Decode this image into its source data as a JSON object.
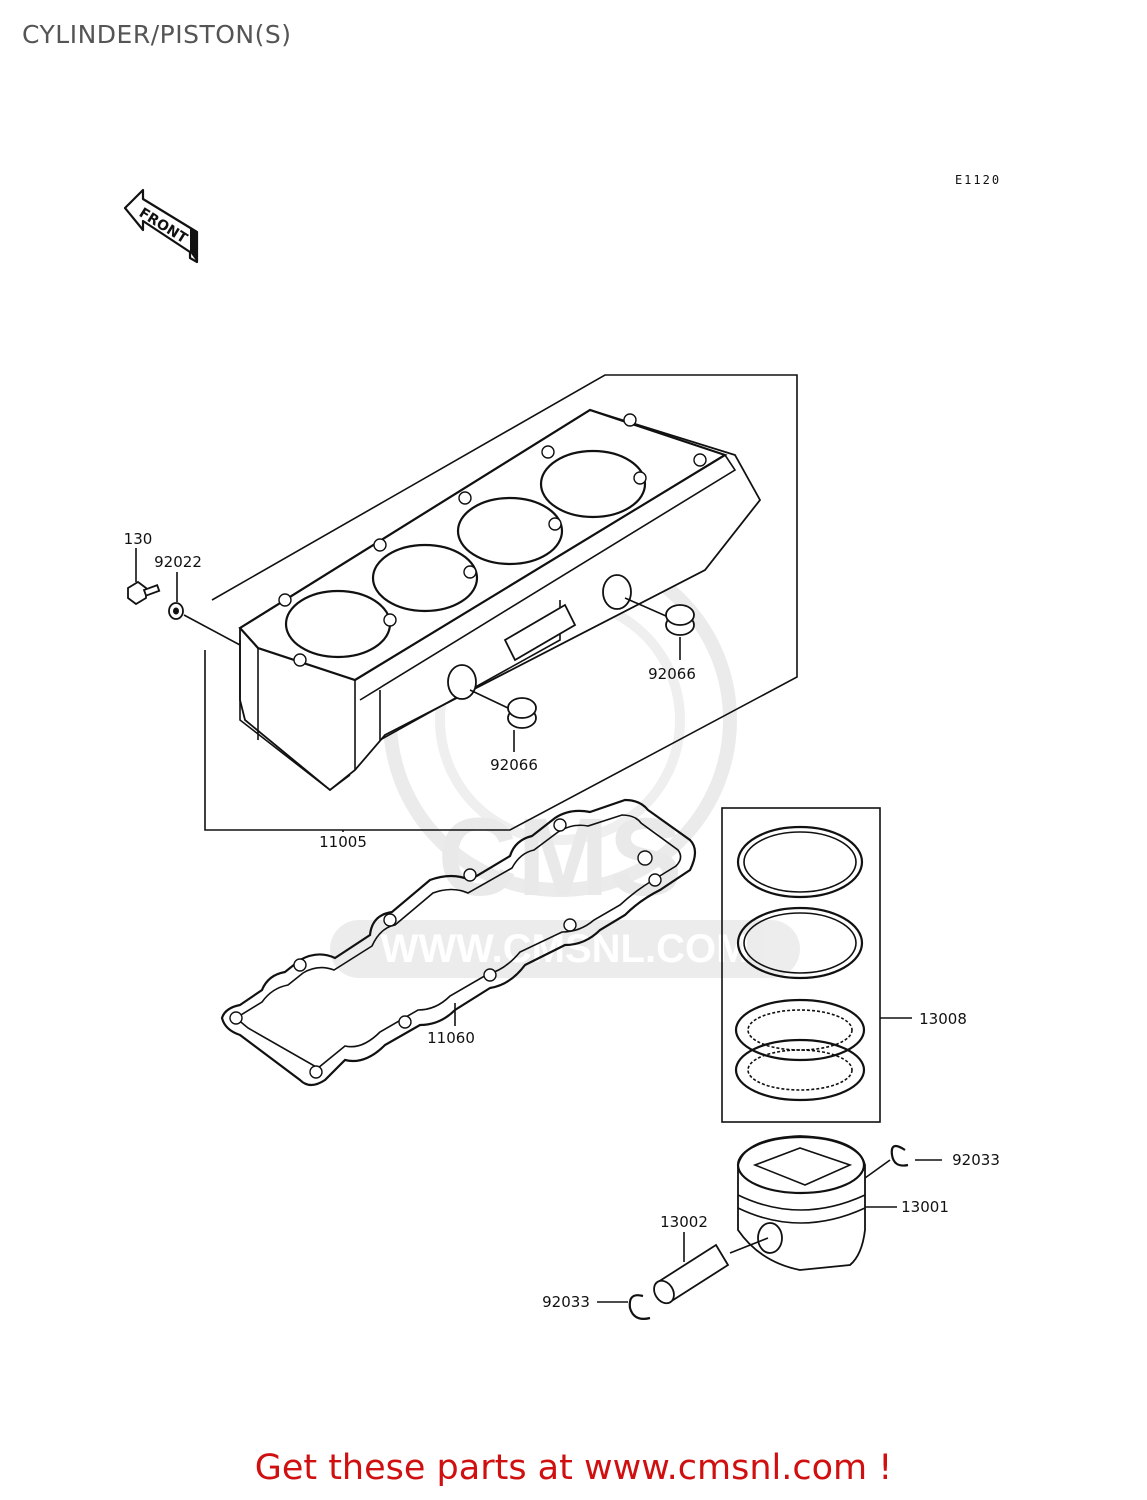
{
  "title": "CYLINDER/PISTON(S)",
  "diagram_code": "E1120",
  "front_label": "FRONT",
  "watermark": {
    "brand": "CMS",
    "url": "WWW.CMSNL.COM"
  },
  "parts": [
    {
      "number": "130"
    },
    {
      "number": "92022"
    },
    {
      "number": "92066"
    },
    {
      "number": "92066"
    },
    {
      "number": "11005"
    },
    {
      "number": "11060"
    },
    {
      "number": "13008"
    },
    {
      "number": "92033"
    },
    {
      "number": "13001"
    },
    {
      "number": "13002"
    },
    {
      "number": "92033"
    }
  ],
  "footer_cta": "Get these parts at www.cmsnl.com !",
  "colors": {
    "cta": "#d01010",
    "title": "#555555",
    "line": "#111111",
    "watermark": "#d8d8d8"
  }
}
